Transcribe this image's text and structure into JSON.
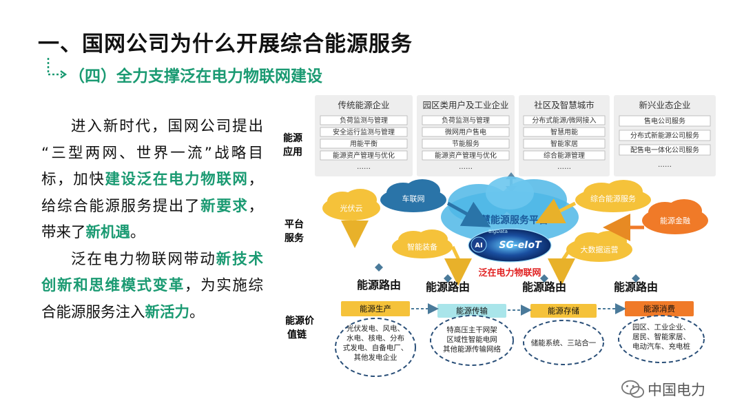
{
  "title": "一、国网公司为什么开展综合能源服务",
  "subtitle": "（四）全力支撑泛在电力物联网建设",
  "paragraph1": [
    {
      "t": "进入新时代，国网公司提出 “三型两网、世界一流”战略目标，加快",
      "hl": false
    },
    {
      "t": "建设泛在电力物联网",
      "hl": true
    },
    {
      "t": "，给综合能源服务提出了",
      "hl": false
    },
    {
      "t": "新要求",
      "hl": true
    },
    {
      "t": "，带来了",
      "hl": false
    },
    {
      "t": "新机遇",
      "hl": true
    },
    {
      "t": "。",
      "hl": false
    }
  ],
  "paragraph2": [
    {
      "t": "泛在电力物联网带动",
      "hl": false
    },
    {
      "t": "新技术创新和思维模式变革",
      "hl": true
    },
    {
      "t": "，为实施综合能源服务注入",
      "hl": false
    },
    {
      "t": "新活力",
      "hl": true
    },
    {
      "t": "。",
      "hl": false
    }
  ],
  "layers": {
    "application": [
      "能源",
      "应用"
    ],
    "platform": [
      "平台",
      "服务"
    ],
    "value_chain": [
      "能源价",
      "值链"
    ]
  },
  "app_categories": [
    {
      "name": "传统能源企业",
      "items": [
        "负荷监测与管理",
        "安全运行监测与管理",
        "用能平衡",
        "能源资产管理与优化",
        "……"
      ]
    },
    {
      "name": "园区类用户及工业企业",
      "items": [
        "负荷监测与管理",
        "微网用户售电",
        "节能服务",
        "能源资产管理与优化",
        "……"
      ]
    },
    {
      "name": "社区及智慧城市",
      "items": [
        "分布式能源/微网接入",
        "智慧用能",
        "智能家居",
        "综合能源管理",
        "……"
      ]
    },
    {
      "name": "新兴业态企业",
      "items": [
        "售电公司服务",
        "分布式新能源公司服务",
        "配售电一体化公司服务",
        "……"
      ]
    }
  ],
  "clouds": {
    "pv": "光伏云",
    "ev": "车联网",
    "smart_equipment": "智能装备",
    "comprehensive": "综合能源服务",
    "finance": "能源金融",
    "bigdata": "大数据运营"
  },
  "platform_title": "智慧能源服务平台",
  "core_labels": {
    "ai": "AI",
    "big": "BigData",
    "sgeiot": "SG-eIoT"
  },
  "iot_label": "泛在电力物联网",
  "route_label": "能源路由",
  "chain": [
    {
      "name": "能源生产",
      "desc": [
        "光伏发电、风电、",
        "水电、核电、分布",
        "式发电、自备电厂、",
        "其他发电企业"
      ]
    },
    {
      "name": "能源传输",
      "desc": [
        "特高压主干网架",
        "区域性智能电网",
        "其他能源传输网络"
      ]
    },
    {
      "name": "能源存储",
      "desc": [
        "储能系统、三站合一"
      ]
    },
    {
      "name": "能源消费",
      "desc": [
        "园区、工业企业、",
        "居民、智能家居、",
        "电动汽车、充电桩"
      ]
    }
  ],
  "watermark": "中国电力",
  "colors": {
    "accent_green": "#1a9a72",
    "cloud_blue": "#2a8fc4",
    "cloud_orange": "#f39a2a",
    "box_yellow": "#f5c23a",
    "box_orange": "#f07a28",
    "gray_box": "#eeeeee"
  }
}
